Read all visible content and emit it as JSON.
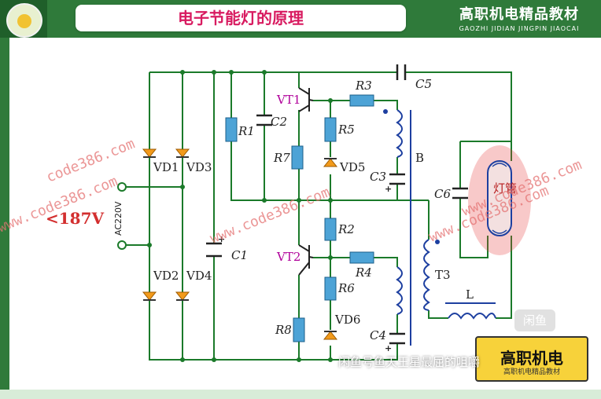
{
  "header": {
    "title": "电子节能灯的原理",
    "brand_cn": "高职机电精品教材",
    "brand_en": "GAOZHI JIDIAN JINGPIN JIAOCAI"
  },
  "voltage_note": "<187V",
  "ac_label": "AC220V",
  "lamp_label": "灯管",
  "labels": {
    "vd1": "VD1",
    "vd2": "VD2",
    "vd3": "VD3",
    "vd4": "VD4",
    "vd5": "VD5",
    "vd6": "VD6",
    "vt1": "VT1",
    "vt2": "VT2",
    "r1": "R1",
    "r2": "R2",
    "r3": "R3",
    "r4": "R4",
    "r5": "R5",
    "r6": "R6",
    "r7": "R7",
    "r8": "R8",
    "c1": "C1",
    "c2": "C2",
    "c3": "C3",
    "c4": "C4",
    "c5": "C5",
    "c6": "C6",
    "b": "B",
    "t3": "T3",
    "l": "L"
  },
  "watermarks": [
    "code386.com",
    "www.code386.com",
    "www.code386.com",
    "www.code386.com",
    "www.code386.com"
  ],
  "badge": {
    "text": "高职机电",
    "small": "高职机电精品教材"
  },
  "xianyu": "闲鱼",
  "overlay_text": "闲鱼号鱼天王星最屈的咀嚼",
  "colors": {
    "header": "#2f7a3a",
    "title": "#d81b60",
    "wire": "#1b7a2a",
    "component": "#4da3d6",
    "diode": "#f29a1b",
    "transformer": "#1d3fa0",
    "transistor": "#b0009a",
    "voltage": "#d32f2f"
  }
}
